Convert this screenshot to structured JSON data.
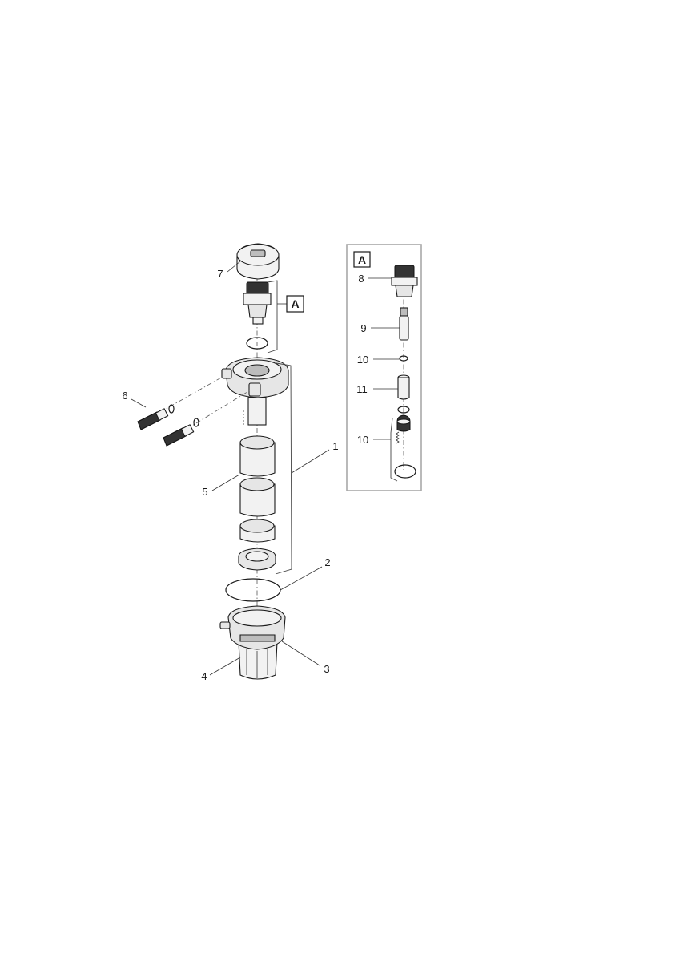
{
  "callouts": {
    "c1": "1",
    "c2": "2",
    "c3": "3",
    "c4": "4",
    "c5": "5",
    "c6": "6",
    "c7": "7",
    "c8": "8",
    "c9": "9",
    "c10a": "10",
    "c11": "11",
    "c10b": "10"
  },
  "detail_tag": "A",
  "detail_box_tag": "A"
}
